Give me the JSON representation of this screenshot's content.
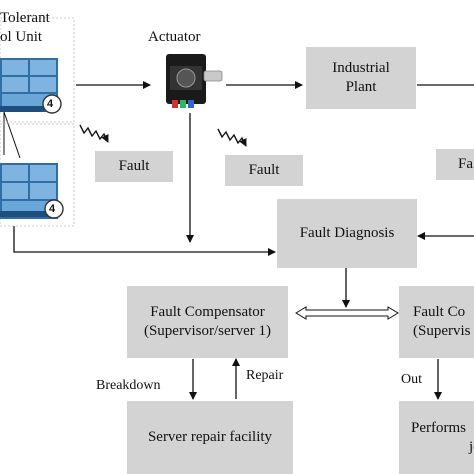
{
  "control_unit": {
    "title_line1": "Tolerant",
    "title_line2": "ol Unit",
    "server_count_1": "4",
    "server_count_2": "4"
  },
  "actuator": {
    "label": "Actuator"
  },
  "plant": {
    "line1": "Industrial",
    "line2": "Plant"
  },
  "faults": {
    "fault_1": "Fault",
    "fault_2": "Fault",
    "fault_3": "Fa"
  },
  "diagnosis": {
    "label": "Fault Diagnosis"
  },
  "compensator_1": {
    "line1": "Fault Compensator",
    "line2": "(Supervisor/server 1)"
  },
  "compensator_2": {
    "line1": "Fault Co",
    "line2": "(Supervis"
  },
  "edges": {
    "breakdown": "Breakdown",
    "repair": "Repair",
    "out": "Out"
  },
  "repair_facility": {
    "label": "Server repair facility"
  },
  "perform_box": {
    "line1": "Performs",
    "line2": "jo"
  },
  "colors": {
    "box_fill": "#d3d3d3",
    "monitor_blue": "#5b9bd5",
    "line": "#111111"
  }
}
